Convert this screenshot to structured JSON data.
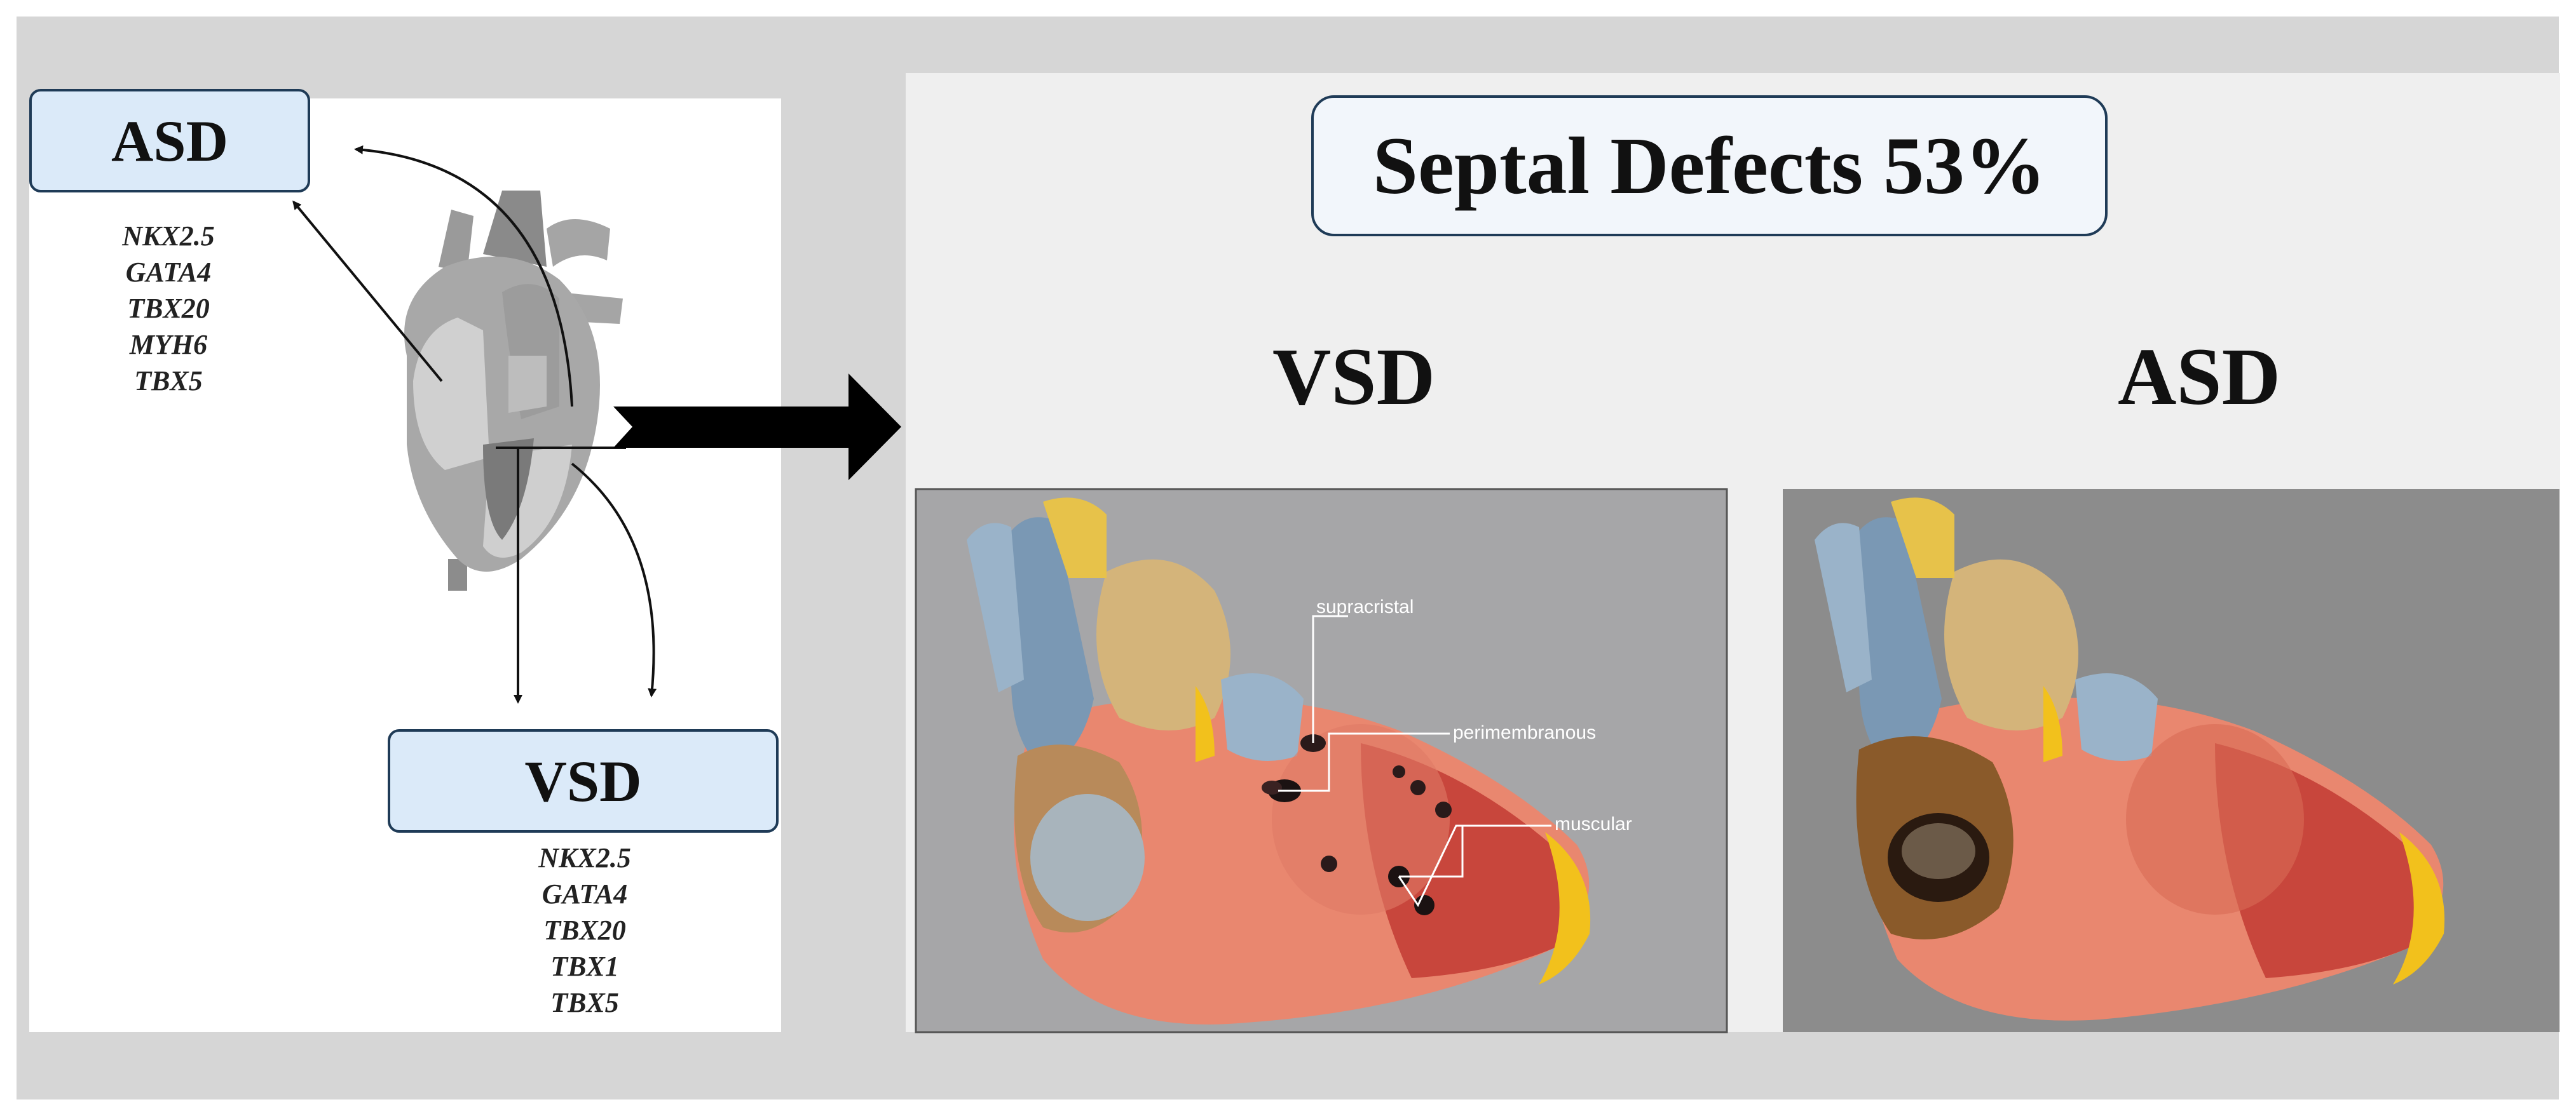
{
  "left": {
    "asd_label": "ASD",
    "asd_genes": [
      "NKX2.5",
      "GATA4",
      "TBX20",
      "MYH6",
      "TBX5"
    ],
    "vsd_label": "VSD",
    "vsd_genes": [
      "NKX2.5",
      "GATA4",
      "TBX20",
      "TBX1",
      "TBX5"
    ]
  },
  "right": {
    "title": "Septal Defects 53%",
    "vsd_heading": "VSD",
    "asd_heading": "ASD",
    "vsd_annotations": {
      "supracristal": "supracristal",
      "perimembranous": "perimembranous",
      "muscular": "muscular"
    }
  },
  "colors": {
    "label_box_fill": "#dbeaf9",
    "label_box_border": "#1f3b57",
    "background_gray": "#d6d6d6",
    "heart_red": "#c8463c",
    "vessel_blue": "#7a98b4",
    "fat_yellow": "#f2c11c"
  }
}
